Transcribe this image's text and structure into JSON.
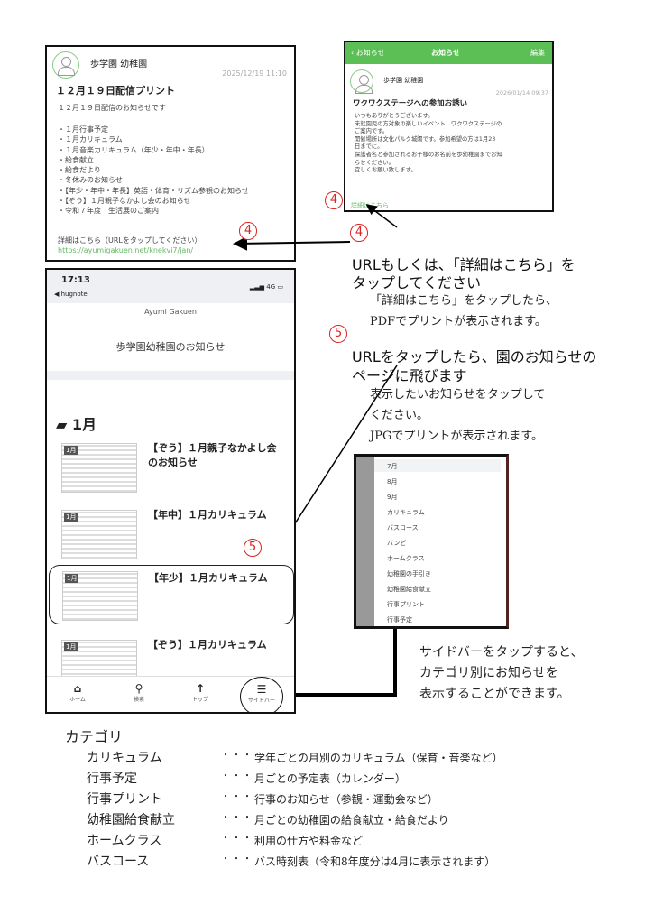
{
  "post1": {
    "school": "歩学園 幼稚園",
    "date": "2025/12/19 11:10",
    "title": "１２月１９日配信プリント",
    "intro": "１２月１９日配信のお知らせです",
    "items": [
      "・１月行事予定",
      "・１月カリキュラム",
      "・１月音楽カリキュラム（年少・年中・年長）",
      "・給食献立",
      "・給食だより",
      "・冬休みのお知らせ",
      "・【年少・年中・年長】英語・体育・リズム参観のお知らせ",
      "・【ぞう】１月親子なかよし会のお知らせ",
      "・令和７年度　生活展のご案内"
    ],
    "detail": "詳細はこちら（URLをタップしてください）",
    "url": "https://ayumigakuen.net/knekvi7/jan/"
  },
  "post2": {
    "back": "お知らせ",
    "header": "お知らせ",
    "edit": "編集",
    "school": "歩学園 幼稚園",
    "date": "2026/01/14 09:37",
    "title": "ワクワクステージへの参加お誘い",
    "body": [
      "いつもありがとうございます。",
      "未就園児の方対象の楽しいイベント、ワクワクステージの",
      "ご案内です。",
      "開催場所は文化パルク城陽です。参加希望の方は1月23",
      "日までに。",
      "保護者名と参加されるお子様のお名前を歩幼稚園までお知",
      "らせください。",
      "宜しくお願い致します。"
    ],
    "link": "詳細はこちら"
  },
  "markers": {
    "four": "4",
    "five": "5"
  },
  "step4": {
    "line1": "URLもしくは、「詳細はこちら」を",
    "line2": "タップしてください",
    "note1": "「詳細はこちら」をタップしたら、",
    "note2": "PDFでプリントが表示されます。"
  },
  "step5": {
    "line1": "URLをタップしたら、園のお知らせの",
    "line2": "ページに飛びます",
    "note1": "表示したいお知らせをタップして",
    "note2": "ください。",
    "note3": "JPGでプリントが表示されます。"
  },
  "phone": {
    "time": "17:13",
    "back": "◀ hugnote",
    "signal": "4G",
    "site": "Ayumi Gakuen",
    "title": "歩学園幼稚園のお知らせ",
    "folder": "1月",
    "posts": [
      {
        "thumb": "1月",
        "title": "【ぞう】１月親子なかよし会のお知らせ"
      },
      {
        "thumb": "1月",
        "title": "【年中】１月カリキュラム"
      },
      {
        "thumb": "1月",
        "title": "【年少】１月カリキュラム"
      },
      {
        "thumb": "1月",
        "title": "【ぞう】１月カリキュラム"
      }
    ],
    "nav": [
      {
        "icon": "home-icon",
        "glyph": "⌂",
        "label": "ホーム"
      },
      {
        "icon": "search-icon",
        "glyph": "⚲",
        "label": "検索"
      },
      {
        "icon": "arrow-up-icon",
        "glyph": "↑",
        "label": "トップ"
      },
      {
        "icon": "sidebar-icon",
        "glyph": "☰",
        "label": "サイドバー"
      }
    ]
  },
  "sidebar": {
    "items": [
      "7月",
      "8月",
      "9月",
      "カリキュラム",
      "バスコース",
      "バンビ",
      "ホームクラス",
      "幼稚園の手引き",
      "幼稚園給食献立",
      "行事プリント",
      "行事予定"
    ]
  },
  "sidebar_note": {
    "line1": "サイドバーをタップすると、",
    "line2": "カテゴリ別にお知らせを",
    "line3": "表示することができます。"
  },
  "categories": {
    "heading": "カテゴリ",
    "dots": "・・・",
    "rows": [
      {
        "name": "カリキュラム",
        "desc": "学年ごとの月別のカリキュラム（保育・音楽など）"
      },
      {
        "name": "行事予定",
        "desc": "月ごとの予定表（カレンダー）"
      },
      {
        "name": "行事プリント",
        "desc": "行事のお知らせ（参観・運動会など）"
      },
      {
        "name": "幼稚園給食献立",
        "desc": "月ごとの幼稚園の給食献立・給食だより"
      },
      {
        "name": "ホームクラス",
        "desc": "利用の仕方や料金など"
      },
      {
        "name": "バスコース",
        "desc": "バス時刻表（令和8年度分は4月に表示されます）"
      }
    ]
  }
}
